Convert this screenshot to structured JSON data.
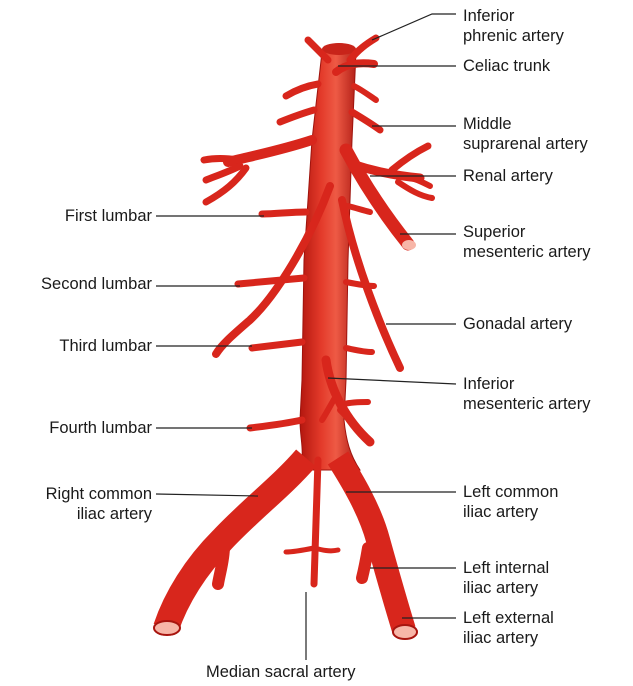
{
  "colors": {
    "artery": "#d8261c",
    "artery_dark": "#a8150f",
    "artery_highlight": "#f26a55",
    "lumen": "#f7b6a8",
    "leader": "#222222"
  },
  "labels": {
    "inferior_phrenic": [
      "Inferior",
      "phrenic artery"
    ],
    "celiac_trunk": [
      "Celiac trunk"
    ],
    "middle_suprarenal": [
      "Middle",
      "suprarenal artery"
    ],
    "renal": [
      "Renal artery"
    ],
    "superior_mesenteric": [
      "Superior",
      "mesenteric artery"
    ],
    "gonadal": [
      "Gonadal artery"
    ],
    "inferior_mesenteric": [
      "Inferior",
      "mesenteric artery"
    ],
    "left_common_iliac": [
      "Left common",
      "iliac artery"
    ],
    "left_internal_iliac": [
      "Left internal",
      "iliac artery"
    ],
    "left_external_iliac": [
      "Left external",
      "iliac artery"
    ],
    "first_lumbar": [
      "First lumbar"
    ],
    "second_lumbar": [
      "Second lumbar"
    ],
    "third_lumbar": [
      "Third lumbar"
    ],
    "fourth_lumbar": [
      "Fourth lumbar"
    ],
    "right_common_iliac": [
      "Right common",
      "iliac artery"
    ],
    "median_sacral": [
      "Median sacral artery"
    ]
  }
}
